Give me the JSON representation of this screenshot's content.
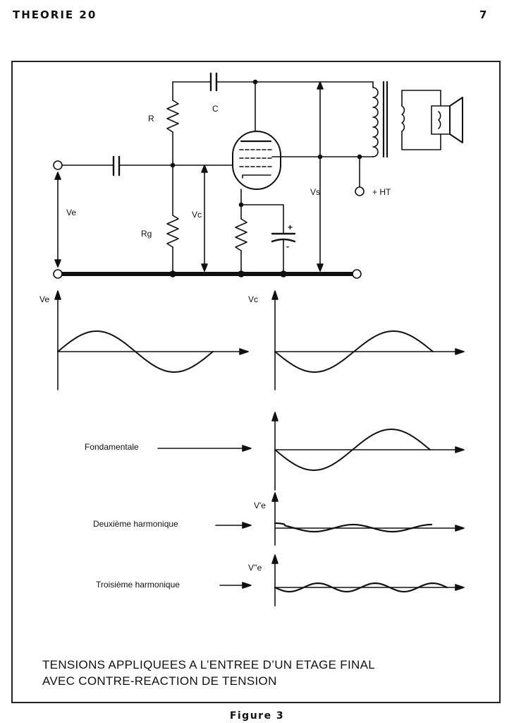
{
  "header": {
    "left": "THEORIE 20",
    "right": "7"
  },
  "circuit": {
    "resistor_top": "R",
    "resistor_grid": "Rg",
    "capacitor_c": "C",
    "input_voltage": "Ve",
    "grid_voltage": "Vc",
    "output_voltage": "Vs",
    "supply": "+ HT",
    "cap_plus": "+",
    "cap_minus": "-"
  },
  "plots": {
    "ve_axis": "Ve",
    "vc_axis": "Vc",
    "fundamental": "Fondamentale",
    "second_harmonic": "Deuxième harmonique",
    "second_axis": "V'e",
    "third_harmonic": "Troisième harmonique",
    "third_axis": "V''e"
  },
  "caption": {
    "line1": "TENSIONS APPLIQUEES A L’ENTREE D’UN ETAGE FINAL",
    "line2": "AVEC CONTRE-REACTION DE TENSION"
  },
  "figure_label": "Figure 3"
}
